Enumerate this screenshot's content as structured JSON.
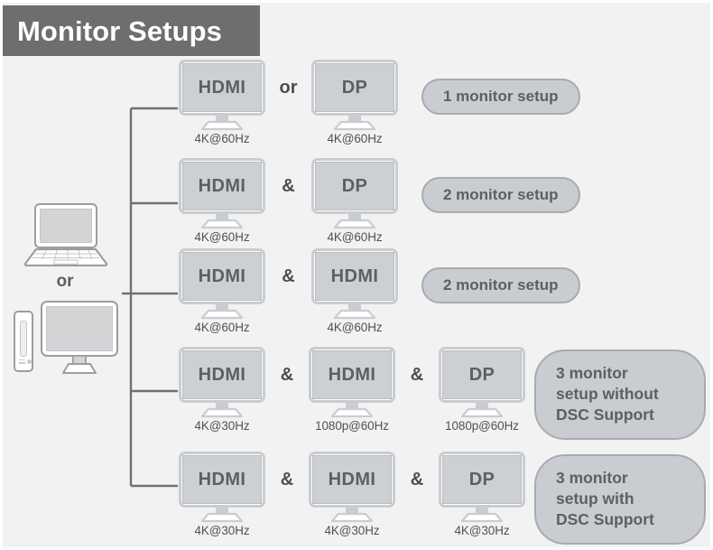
{
  "title": "Monitor Setups",
  "colors": {
    "background": "#f2f2f2",
    "title_bar": "#6e6e6e",
    "title_text": "#ffffff",
    "monitor_frame": "#c9ccd0",
    "monitor_screen": "#cdd0d3",
    "badge_fill": "#c9ccd0",
    "badge_border": "#a8abaf",
    "text": "#5c5f63",
    "line": "#6e7175"
  },
  "source": {
    "laptop_name": "laptop",
    "or_label": "or",
    "desktop_name": "desktop-pc"
  },
  "rows": [
    {
      "monitors": [
        {
          "port": "HDMI",
          "resolution": "4K@60Hz"
        },
        {
          "port": "DP",
          "resolution": "4K@60Hz"
        }
      ],
      "connectors": [
        "or"
      ],
      "badge": {
        "lines": [
          "1 monitor setup"
        ],
        "style": "one-line"
      }
    },
    {
      "monitors": [
        {
          "port": "HDMI",
          "resolution": "4K@60Hz"
        },
        {
          "port": "DP",
          "resolution": "4K@60Hz"
        }
      ],
      "connectors": [
        "&"
      ],
      "badge": {
        "lines": [
          "2 monitor setup"
        ],
        "style": "one-line"
      }
    },
    {
      "monitors": [
        {
          "port": "HDMI",
          "resolution": "4K@60Hz"
        },
        {
          "port": "HDMI",
          "resolution": "4K@60Hz"
        }
      ],
      "connectors": [
        "&"
      ],
      "badge": {
        "lines": [
          "2 monitor setup"
        ],
        "style": "one-line"
      }
    },
    {
      "monitors": [
        {
          "port": "HDMI",
          "resolution": "4K@30Hz"
        },
        {
          "port": "HDMI",
          "resolution": "1080p@60Hz"
        },
        {
          "port": "DP",
          "resolution": "1080p@60Hz"
        }
      ],
      "connectors": [
        "&",
        "&"
      ],
      "badge": {
        "lines": [
          "3 monitor",
          "setup without",
          "DSC Support"
        ],
        "style": "multi"
      }
    },
    {
      "monitors": [
        {
          "port": "HDMI",
          "resolution": "4K@30Hz"
        },
        {
          "port": "HDMI",
          "resolution": "4K@30Hz"
        },
        {
          "port": "DP",
          "resolution": "4K@30Hz"
        }
      ],
      "connectors": [
        "&",
        "&"
      ],
      "badge": {
        "lines": [
          "3 monitor",
          "setup with",
          "DSC Support"
        ],
        "style": "multi"
      }
    }
  ]
}
